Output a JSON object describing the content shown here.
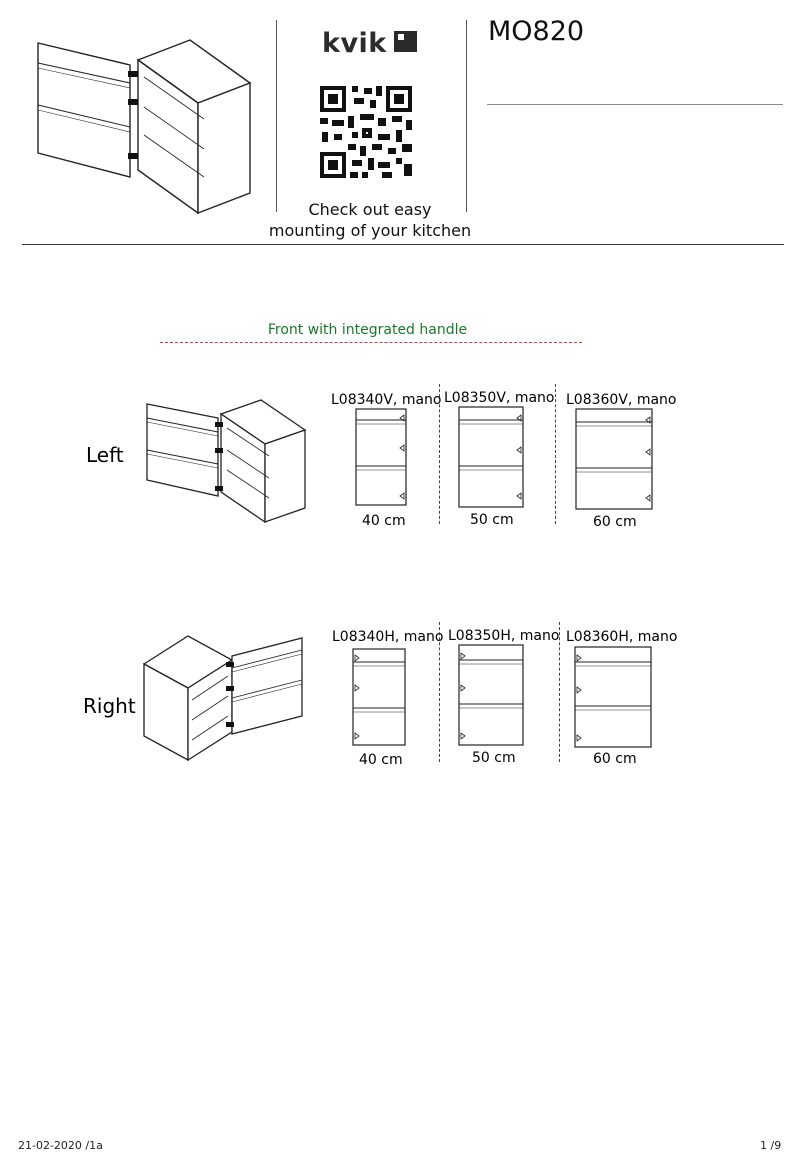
{
  "header": {
    "brand": "kvik",
    "product_code": "MO820",
    "tagline_line1": "Check out easy",
    "tagline_line2": "mounting of your kitchen",
    "icons": [
      "cabinet-with-open-door-illustration",
      "qr-code-icon",
      "brand-square-logo"
    ]
  },
  "section": {
    "title": "Front with integrated handle",
    "title_color": "#1a7a2a",
    "divider_color": "#d13a3a"
  },
  "variants": [
    {
      "side": "Left",
      "options": [
        {
          "code": "L08340V, mano",
          "size": "40 cm"
        },
        {
          "code": "L08350V, mano",
          "size": "50 cm"
        },
        {
          "code": "L08360V, mano",
          "size": "60 cm"
        }
      ]
    },
    {
      "side": "Right",
      "options": [
        {
          "code": "L08340H, mano",
          "size": "40 cm"
        },
        {
          "code": "L08350H, mano",
          "size": "50 cm"
        },
        {
          "code": "L08360H, mano",
          "size": "60 cm"
        }
      ]
    }
  ],
  "footer": {
    "date": "21-02-2020 /1a",
    "page": "1 /9"
  }
}
